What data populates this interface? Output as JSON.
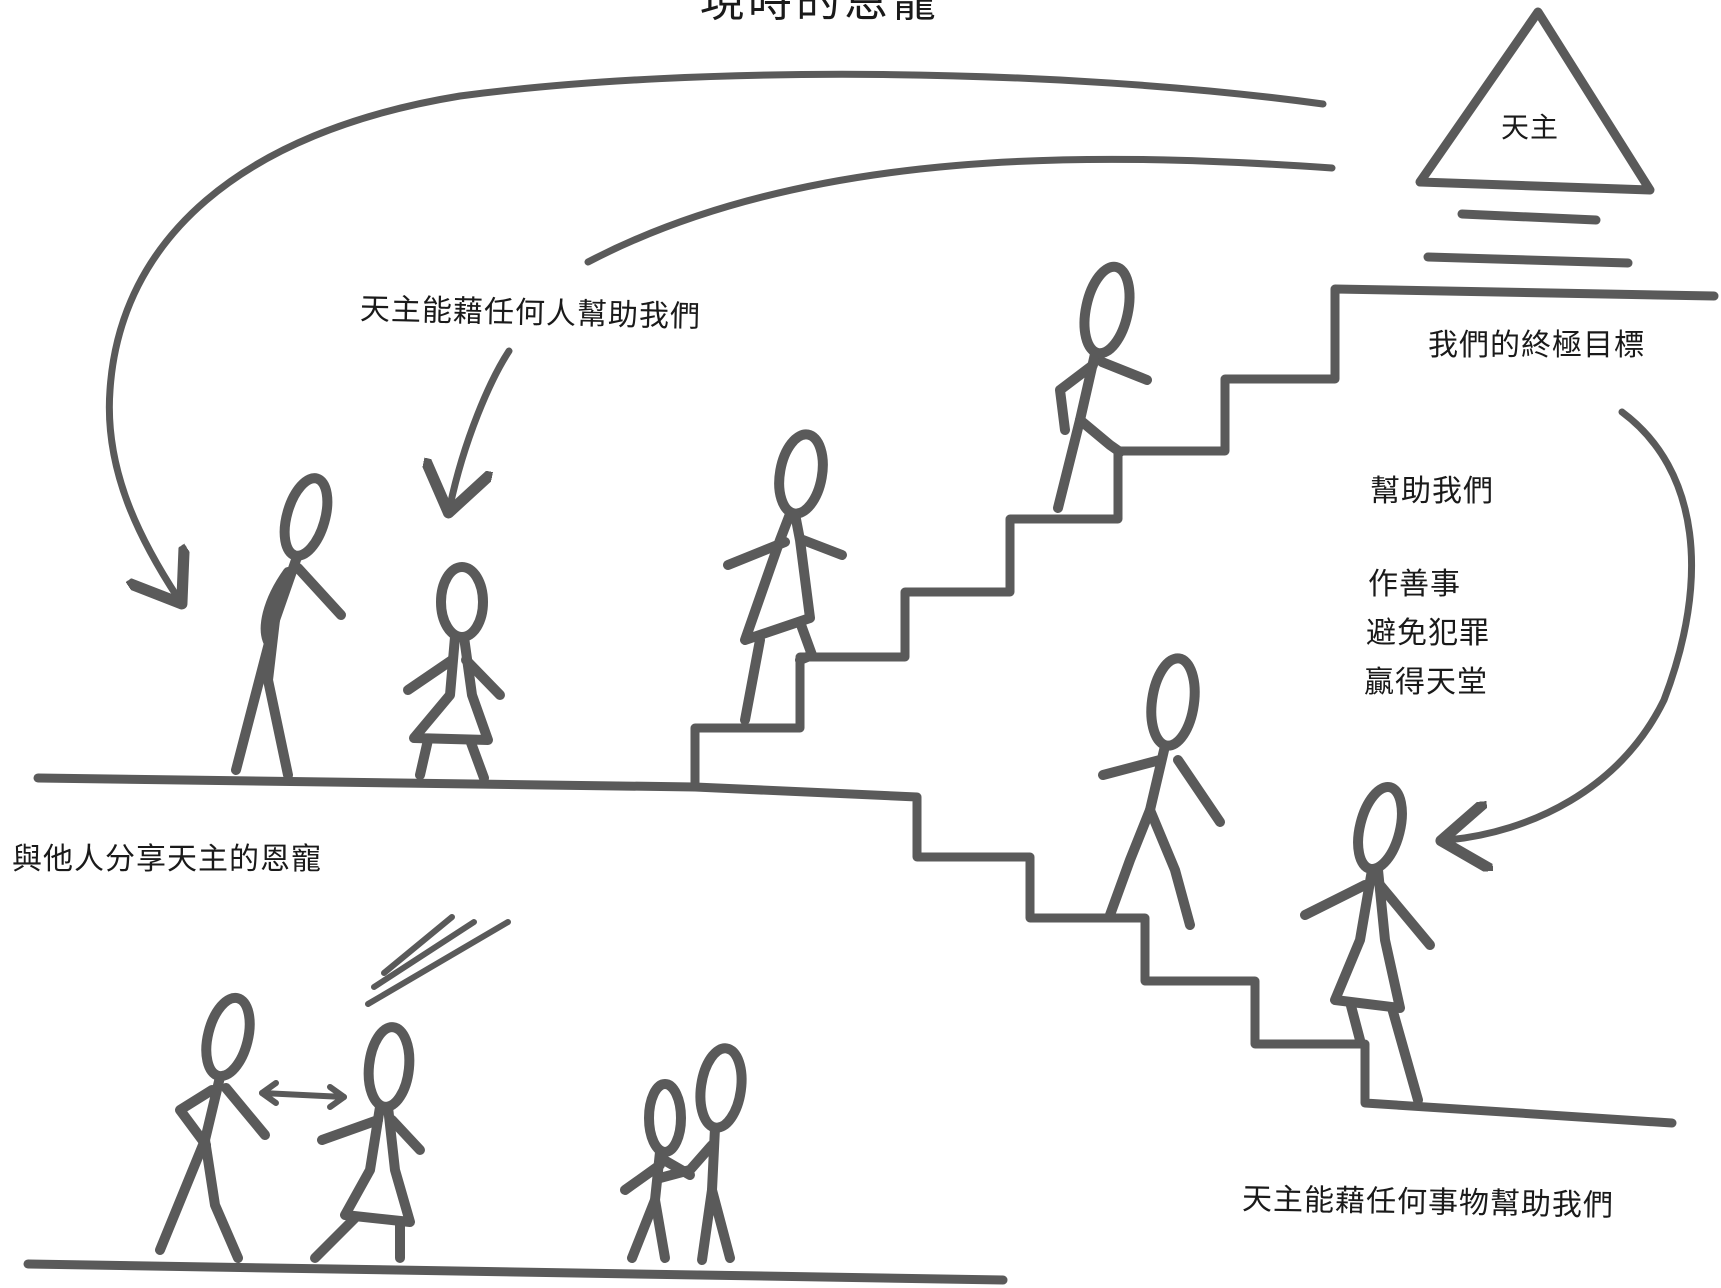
{
  "title": "現時的恩寵",
  "god_label": "天主",
  "labels": {
    "help_through_people": "天主能藉任何人幫助我們",
    "ultimate_goal": "我們的終極目標",
    "help_us": "幫助我們",
    "do_good": "作善事",
    "avoid_sin": "避免犯罪",
    "win_heaven": "贏得天堂",
    "share_grace": "與他人分享天主的恩寵",
    "help_through_things": "天主能藉任何事物幫助我們"
  },
  "colors": {
    "stroke": "#5a5a5a",
    "text": "#1a1a1a",
    "background": "#ffffff"
  }
}
